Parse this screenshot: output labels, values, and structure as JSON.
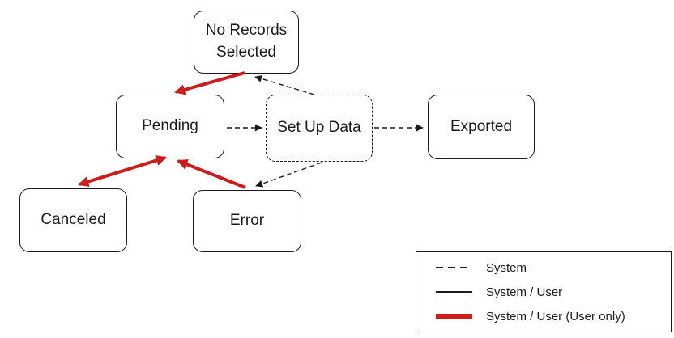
{
  "diagram": {
    "type": "state-flow-diagram",
    "nodes": {
      "no_records": {
        "label": "No Records Selected",
        "shape": "rounded-rect",
        "border": "solid"
      },
      "pending": {
        "label": "Pending",
        "shape": "rounded-rect",
        "border": "solid"
      },
      "set_up_data": {
        "label": "Set Up Data",
        "shape": "rounded-rect",
        "border": "dashed"
      },
      "exported": {
        "label": "Exported",
        "shape": "rounded-rect",
        "border": "solid"
      },
      "canceled": {
        "label": "Canceled",
        "shape": "rounded-rect",
        "border": "solid"
      },
      "error": {
        "label": "Error",
        "shape": "rounded-rect",
        "border": "solid"
      }
    },
    "edges": [
      {
        "from": "no_records",
        "to": "pending",
        "style": "thick-red",
        "meaning": "System / User (User only)"
      },
      {
        "from": "pending",
        "to": "canceled",
        "style": "thick-red",
        "meaning": "System / User (User only)",
        "bidirectional": true
      },
      {
        "from": "error",
        "to": "pending",
        "style": "thick-red",
        "meaning": "System / User (User only)"
      },
      {
        "from": "pending",
        "to": "set_up_data",
        "style": "dashed-black",
        "meaning": "System"
      },
      {
        "from": "set_up_data",
        "to": "exported",
        "style": "dashed-black",
        "meaning": "System"
      },
      {
        "from": "set_up_data",
        "to": "no_records",
        "style": "dashed-black",
        "meaning": "System"
      },
      {
        "from": "set_up_data",
        "to": "error",
        "style": "dashed-black",
        "meaning": "System"
      }
    ]
  },
  "legend": {
    "items": [
      {
        "label": "System",
        "style": "dashed-black"
      },
      {
        "label": "System / User",
        "style": "solid-black"
      },
      {
        "label": "System / User (User only)",
        "style": "thick-red"
      }
    ]
  },
  "colors": {
    "arrow_red": "#d01b1b",
    "line_black": "#1b1b1b",
    "background": "#ffffff"
  }
}
